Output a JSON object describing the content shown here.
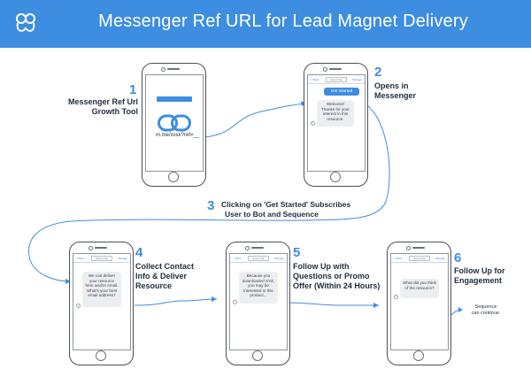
{
  "header": {
    "title": "Messenger Ref URL for Lead Magnet Delivery",
    "background": "#3d8de0"
  },
  "colors": {
    "accent": "#3d8de0",
    "phone_frame": "#4a4f57",
    "bubble": "#eceef1",
    "text": "#1f2d3d"
  },
  "phone_ui": {
    "back": "< Back",
    "name": "NewsChat",
    "manage": "Manage"
  },
  "steps": [
    {
      "number": "1",
      "label_line1": "Messenger Ref Url",
      "label_line2": "Growth Tool",
      "url": "m.me/xxxx?ref=__",
      "icon": "link-icon"
    },
    {
      "number": "2",
      "label_line1": "Opens in",
      "label_line2": "Messenger",
      "button": "Get Started",
      "bubble": "Welcome! Thanks for your interest in this resource."
    },
    {
      "number": "3",
      "label_line1": "Clicking on 'Get Started' Subscribes",
      "label_line2": "User to Bot and Sequence"
    },
    {
      "number": "4",
      "label_line1": "Collect Contact",
      "label_line2": "Info & Deliver",
      "label_line3": "Resource",
      "bubble": "We can deliver your resource here and/or email. What's your best email address?"
    },
    {
      "number": "5",
      "label_line1": "Follow Up with",
      "label_line2": "Questions or Promo",
      "label_line3": "Offer (Within 24 Hours)",
      "bubble": "Because you downloaded XYZ, you may be interested in this product..."
    },
    {
      "number": "6",
      "label_line1": "Follow Up for",
      "label_line2": "Engagement",
      "bubble": "What did you think of the resource?",
      "note_line1": "Sequence",
      "note_line2": "can continue."
    }
  ]
}
